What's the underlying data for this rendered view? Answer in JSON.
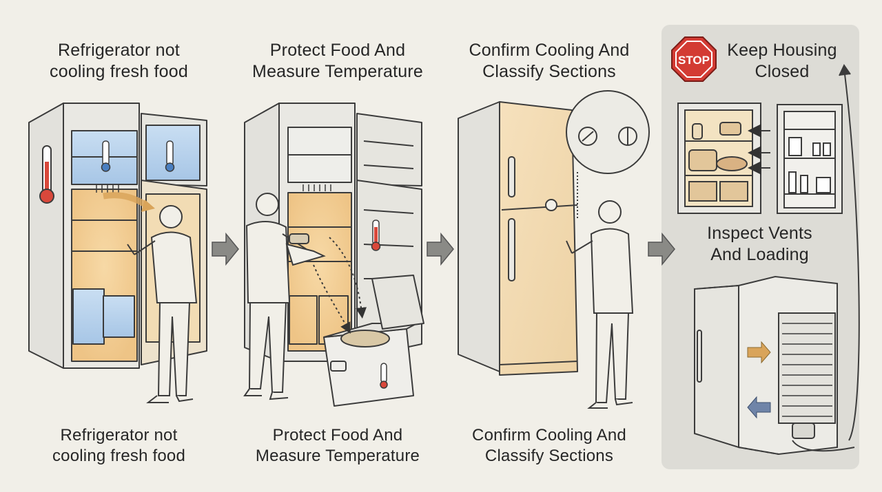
{
  "steps": [
    {
      "title": "Refrigerator not\ncooling fresh food",
      "caption": "Refrigerator not\ncooling fresh food"
    },
    {
      "title": "Protect Food And\nMeasure Temperature",
      "caption": "Protect Food And\nMeasure Temperature"
    },
    {
      "title": "Confirm Cooling And\nClassify Sections",
      "caption": "Confirm Cooling And\nClassify Sections"
    }
  ],
  "panel4": {
    "stop_sign": "STOP",
    "title": "Keep Housing\nClosed",
    "subtitle": "Inspect Vents\nAnd Loading"
  },
  "icons": [
    "thermometer-icon",
    "arrow-right-icon",
    "stop-sign-icon",
    "dial-icon",
    "cooler-icon",
    "fridge-icon",
    "person-icon"
  ],
  "colors": {
    "background": "#f1efe8",
    "panel": "#dddcd6",
    "warm_glow": "#f3c98b",
    "cold_blue": "#a9c9e8",
    "thermometer_red": "#d9483b",
    "stop_red": "#d33b33",
    "airflow_arrow": "#d9a45a",
    "return_arrow": "#6f84a8",
    "line": "#3b3b3b"
  }
}
